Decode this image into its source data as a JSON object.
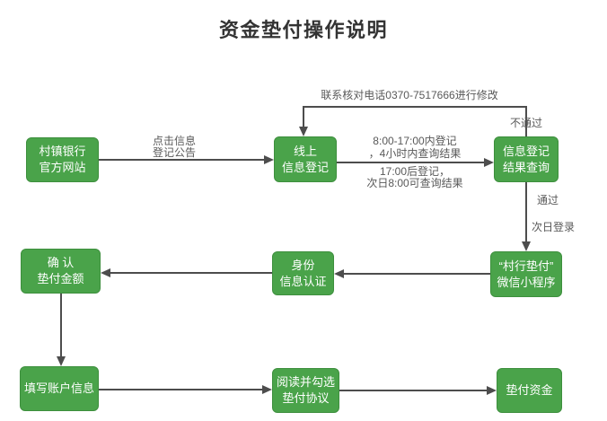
{
  "title": "资金垫付操作说明",
  "nodes": {
    "bank_site": {
      "line1": "村镇银行",
      "line2": "官方网站"
    },
    "online_reg": {
      "line1": "线上",
      "line2": "信息登记"
    },
    "result_query": {
      "line1": "信息登记",
      "line2": "结果查询"
    },
    "mini_program": {
      "line1": "“村行垫付”",
      "line2": "微信小程序"
    },
    "identity_auth": {
      "line1": "身份",
      "line2": "信息认证"
    },
    "confirm_amount": {
      "line1": "确 认",
      "line2": "垫付金额"
    },
    "fill_account": {
      "line1": "填写账户信息"
    },
    "read_agreement": {
      "line1": "阅读并勾选",
      "line2": "垫付协议"
    },
    "advance_funds": {
      "line1": "垫付资金"
    }
  },
  "labels": {
    "click_notice_line1": "点击信息",
    "click_notice_line2": "登记公告",
    "reg_in_time_1": "8:00-17:00内登记",
    "reg_in_time_2": "，4小时内查询结果",
    "reg_late_1": "17:00后登记，",
    "reg_late_2": "次日8:00可查询结果",
    "contact_phone": "联系核对电话0370-7517666进行修改",
    "fail": "不通过",
    "pass": "通过",
    "next_day_login": "次日登录"
  },
  "colors": {
    "node_green": "#4aa34a",
    "node_border": "#3d8f3d",
    "line_gray": "#4d4d4d",
    "label_gray": "#595959",
    "title_color": "#333333"
  }
}
